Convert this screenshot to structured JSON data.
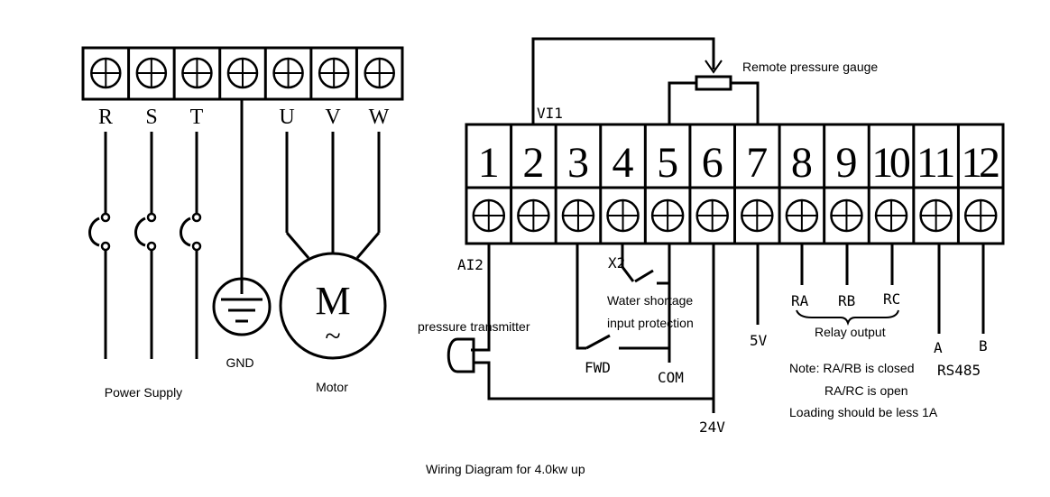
{
  "power_block": {
    "terminals": [
      "R",
      "S",
      "T",
      "",
      "U",
      "V",
      "W"
    ],
    "gnd_label": "GND",
    "power_supply_label": "Power Supply",
    "motor_label": "Motor",
    "motor_symbol": "M",
    "motor_tilde": "~"
  },
  "control_block": {
    "numbers": [
      "1",
      "2",
      "3",
      "4",
      "5",
      "6",
      "7",
      "8",
      "9",
      "10",
      "11",
      "12"
    ],
    "vi1_label": "VI1",
    "ai2_label": "AI2",
    "x2_label": "X2",
    "fwd_label": "FWD",
    "com_label": "COM",
    "v5_label": "5V",
    "v24_label": "24V",
    "ra_label": "RA",
    "rb_label": "RB",
    "rc_label": "RC",
    "a_label": "A",
    "b_label": "B",
    "rs485_label": "RS485"
  },
  "annotations": {
    "remote_gauge": "Remote pressure gauge",
    "water_shortage_1": "Water shortage",
    "water_shortage_2": "input protection",
    "pressure_transmitter": "pressure transmitter",
    "relay_output": "Relay output",
    "note_1": "Note: RA/RB is closed",
    "note_2": "RA/RC is open",
    "note_3": "Loading should be less 1A",
    "caption": "Wiring Diagram for 4.0kw up"
  }
}
